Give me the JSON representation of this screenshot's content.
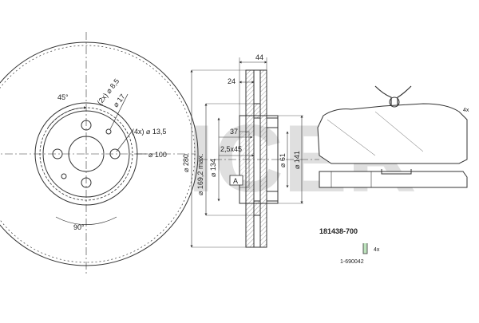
{
  "drawing": {
    "part_number": "181438-700",
    "accessory_number": "1-690042",
    "watermark": "ICER",
    "quantity_pads": "4x",
    "quantity_clips": "4x"
  },
  "disc_front": {
    "angle_top": "45°",
    "angle_bottom": "90°",
    "hole_spec_1": "(2x) ⌀ 8,5",
    "hole_spec_2": "⌀ 17",
    "bolt_holes": "(4x) ⌀ 13,5",
    "pcd": "⌀ 100"
  },
  "disc_section": {
    "width_total": "44",
    "width_hat": "24",
    "depth": "37",
    "chamfer": "2,5x45",
    "outer_dia": "⌀ 280",
    "min_dia": "⌀ 169,2 max.",
    "bore_dia": "⌀ 134",
    "hub_dia": "⌀ 61",
    "inner_dia": "⌀ 141",
    "section_label": "A"
  },
  "colors": {
    "line": "#333333",
    "watermark": "#d9d9d9",
    "hatch": "#888888"
  }
}
